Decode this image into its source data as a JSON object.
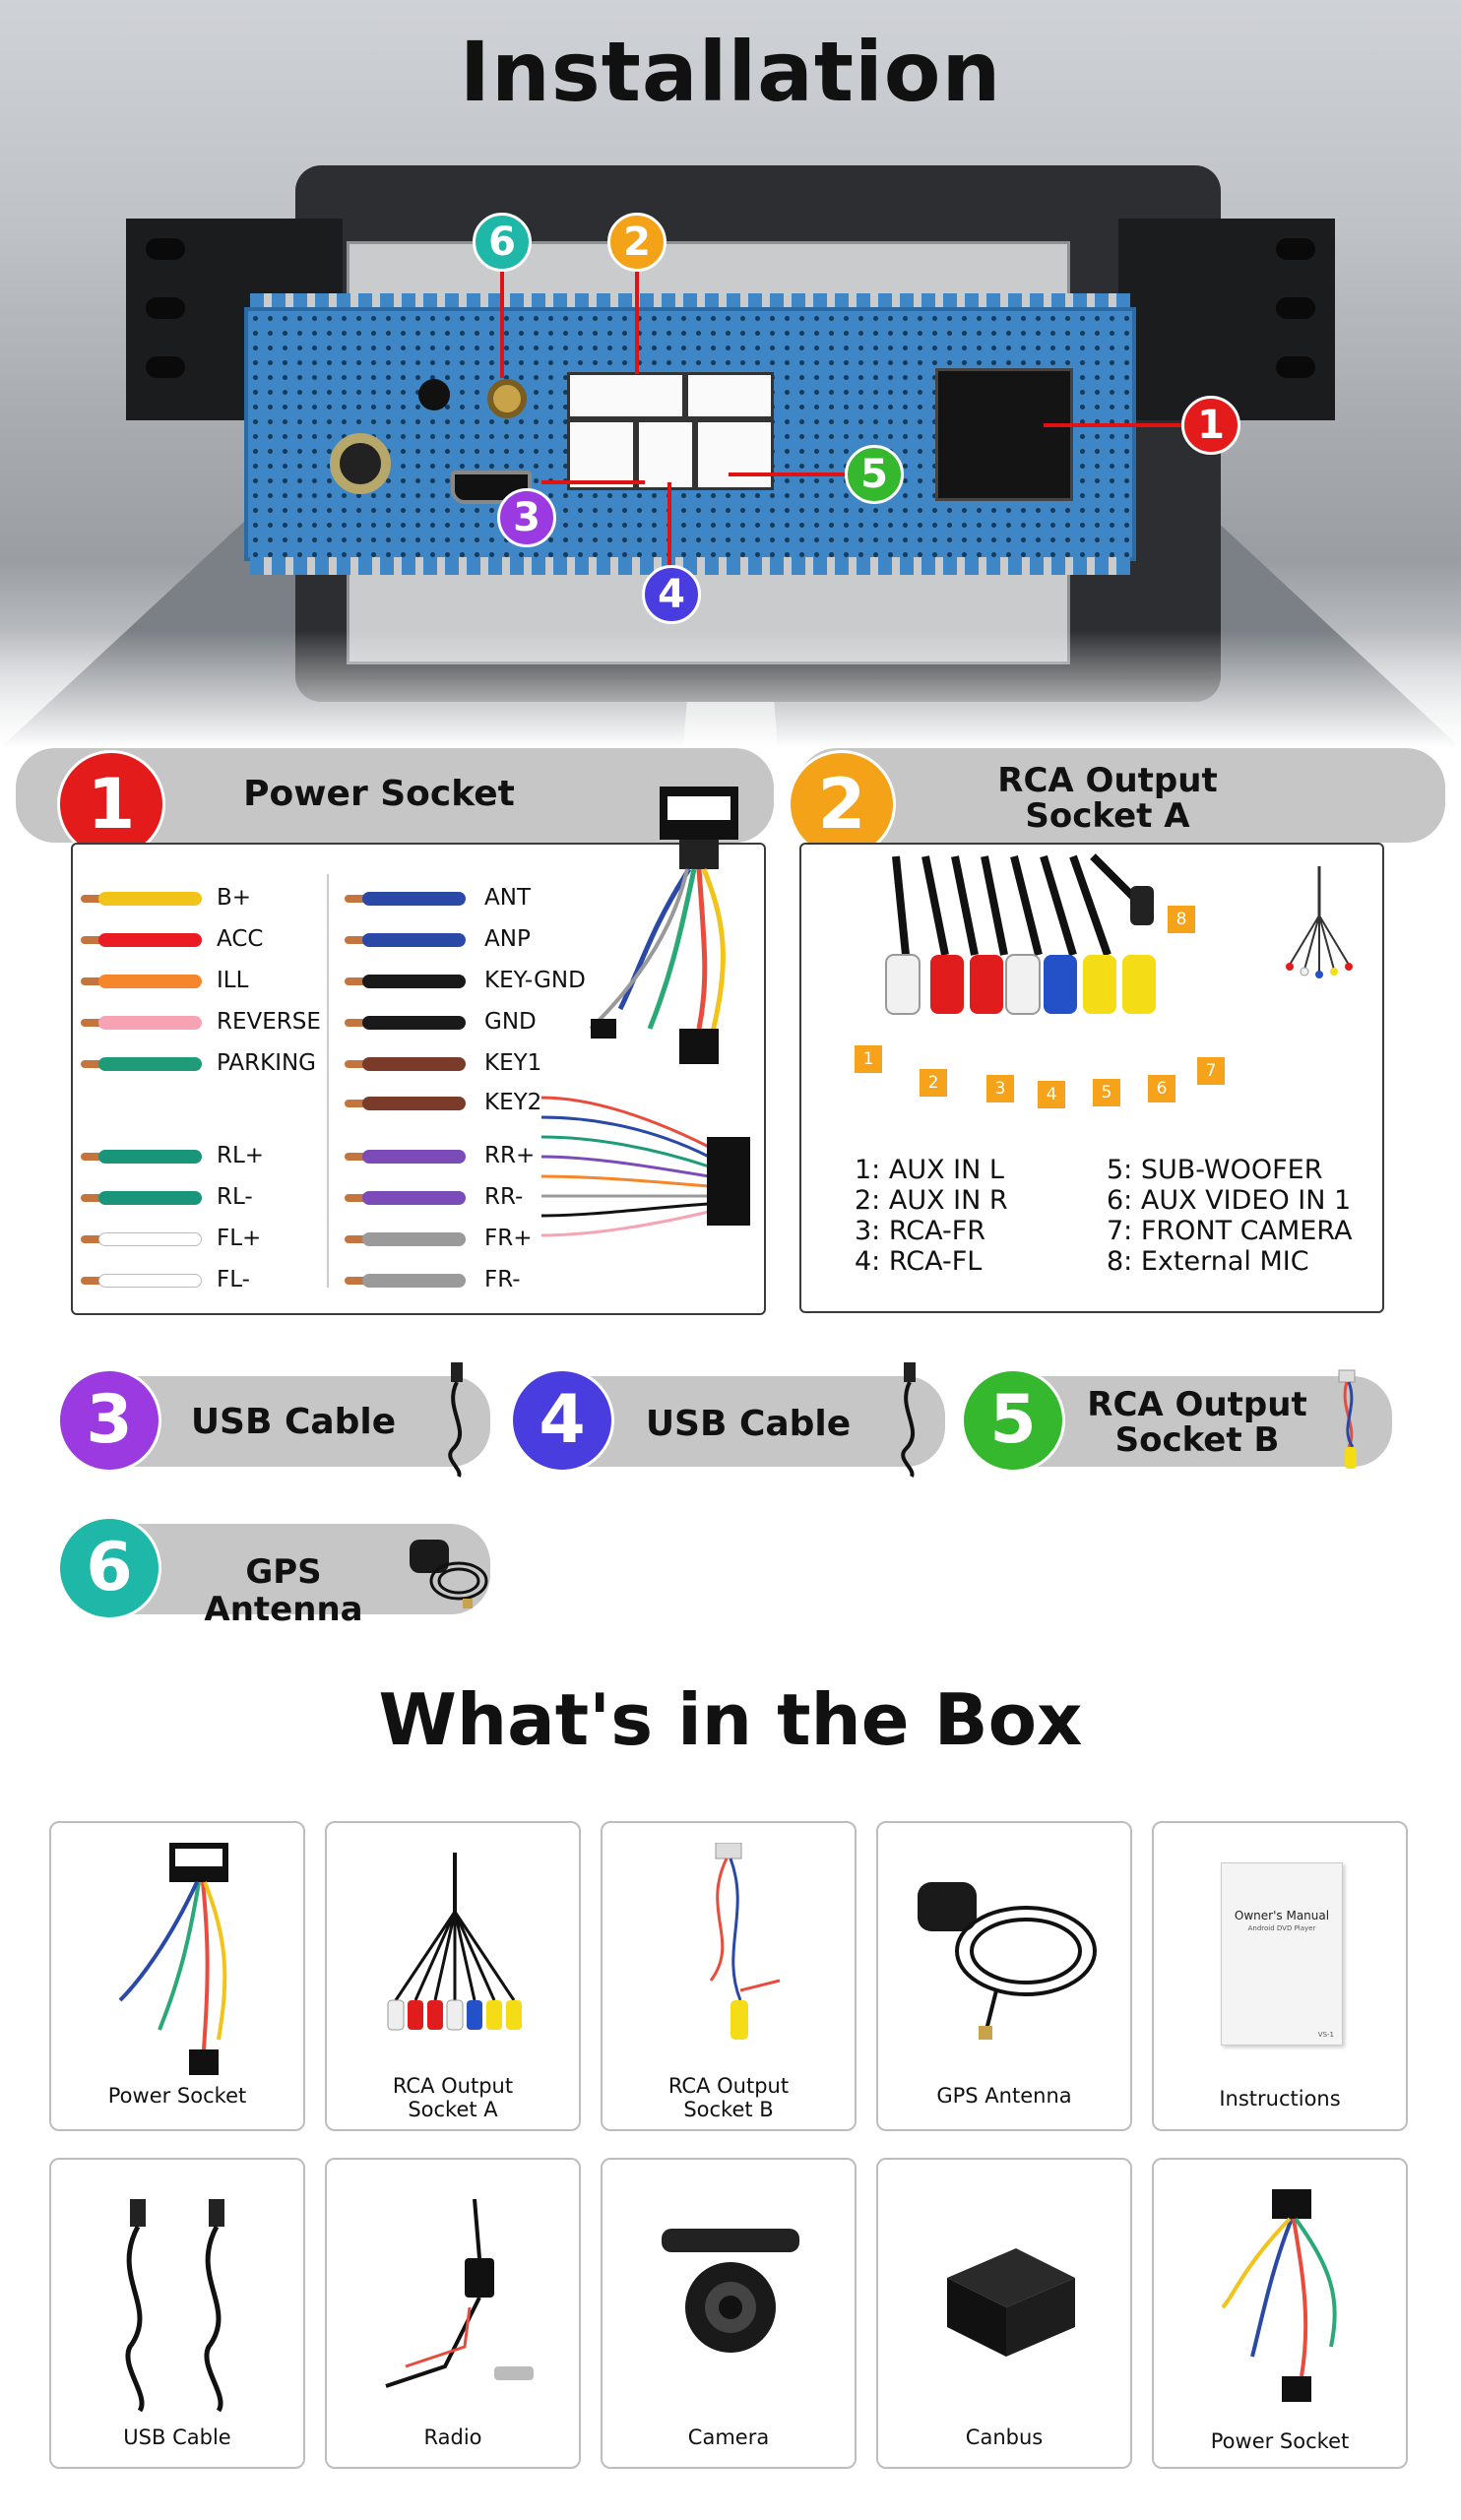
{
  "hero": {
    "title": "Installation"
  },
  "callouts": [
    {
      "n": "1",
      "color": "#e31b1b"
    },
    {
      "n": "2",
      "color": "#f4a318"
    },
    {
      "n": "3",
      "color": "#9b3ae0"
    },
    {
      "n": "4",
      "color": "#4a3de0"
    },
    {
      "n": "5",
      "color": "#35b82e"
    },
    {
      "n": "6",
      "color": "#1fb8a8"
    }
  ],
  "sections": {
    "s1": {
      "badge": "1",
      "title": "Power Socket"
    },
    "s2": {
      "badge": "2",
      "title_line1": "RCA Output",
      "title_line2": "Socket A"
    },
    "s3": {
      "badge": "3",
      "title": "USB Cable"
    },
    "s4": {
      "badge": "4",
      "title": "USB Cable"
    },
    "s5": {
      "badge": "5",
      "title_line1": "RCA Output",
      "title_line2": "Socket B"
    },
    "s6": {
      "badge": "6",
      "title": "GPS Antenna"
    }
  },
  "power_socket_wires": {
    "left": [
      {
        "label": "B+",
        "color": "#f2c318"
      },
      {
        "label": "ACC",
        "color": "#ea1b23"
      },
      {
        "label": "ILL",
        "color": "#f6862b"
      },
      {
        "label": "REVERSE",
        "color": "#f7a3b3"
      },
      {
        "label": "PARKING",
        "color": "#1f9b78"
      },
      {
        "label": "RL+",
        "color": "#19957a"
      },
      {
        "label": "RL-",
        "color": "#19957a"
      },
      {
        "label": "FL+",
        "color": "#ffffff"
      },
      {
        "label": "FL-",
        "color": "#ffffff"
      }
    ],
    "right": [
      {
        "label": "ANT",
        "color": "#2a49a6"
      },
      {
        "label": "ANP",
        "color": "#2a49a6"
      },
      {
        "label": "KEY-GND",
        "color": "#1a1a1a"
      },
      {
        "label": "GND",
        "color": "#1a1a1a"
      },
      {
        "label": "KEY1",
        "color": "#7a3b2a"
      },
      {
        "label": "KEY2",
        "color": "#7a3b2a"
      },
      {
        "label": "RR+",
        "color": "#7b4bb8"
      },
      {
        "label": "RR-",
        "color": "#7b4bb8"
      },
      {
        "label": "FR+",
        "color": "#9a9a9a"
      },
      {
        "label": "FR-",
        "color": "#9a9a9a"
      }
    ]
  },
  "rca_tags": [
    "1",
    "2",
    "3",
    "4",
    "5",
    "6",
    "7",
    "8"
  ],
  "rca_legend": {
    "left": [
      "1: AUX IN L",
      "2: AUX IN R",
      "3: RCA-FR",
      "4: RCA-FL"
    ],
    "right": [
      "5: SUB-WOOFER",
      "6: AUX VIDEO IN 1",
      "7: FRONT CAMERA",
      "8: External MIC"
    ]
  },
  "box": {
    "title": "What's in the Box",
    "row1": [
      {
        "line1": "Power Socket",
        "line2": ""
      },
      {
        "line1": "RCA Output",
        "line2": "Socket A"
      },
      {
        "line1": "RCA Output",
        "line2": "Socket B"
      },
      {
        "line1": "GPS Antenna",
        "line2": ""
      },
      {
        "line1": "Instructions",
        "line2": ""
      }
    ],
    "row2": [
      {
        "line1": "USB Cable"
      },
      {
        "line1": "Radio"
      },
      {
        "line1": "Camera"
      },
      {
        "line1": "Canbus"
      },
      {
        "line1": "Power Socket"
      }
    ],
    "manual": {
      "line1": "Owner's Manual",
      "line2": "Android DVD Player",
      "code": "VS-1"
    }
  }
}
